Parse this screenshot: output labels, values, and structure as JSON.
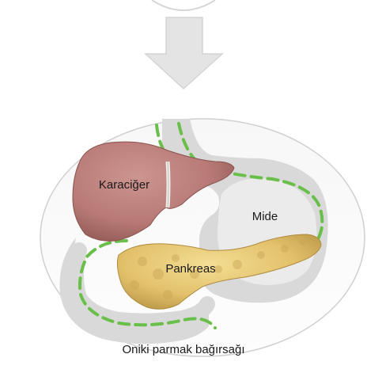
{
  "labels": {
    "liver": "Karaciğer",
    "stomach": "Mide",
    "pancreas": "Pankreas",
    "duodenum": "Oniki parmak bağırsağı"
  },
  "colors": {
    "arrow": "#e3e3e3",
    "outline_dash": "#6abf4b",
    "organ_silhouette": "#d9d9d9",
    "liver": "#b87a76",
    "pancreas": "#e7c873"
  },
  "icons": {
    "arrow": "down-arrow-icon"
  }
}
